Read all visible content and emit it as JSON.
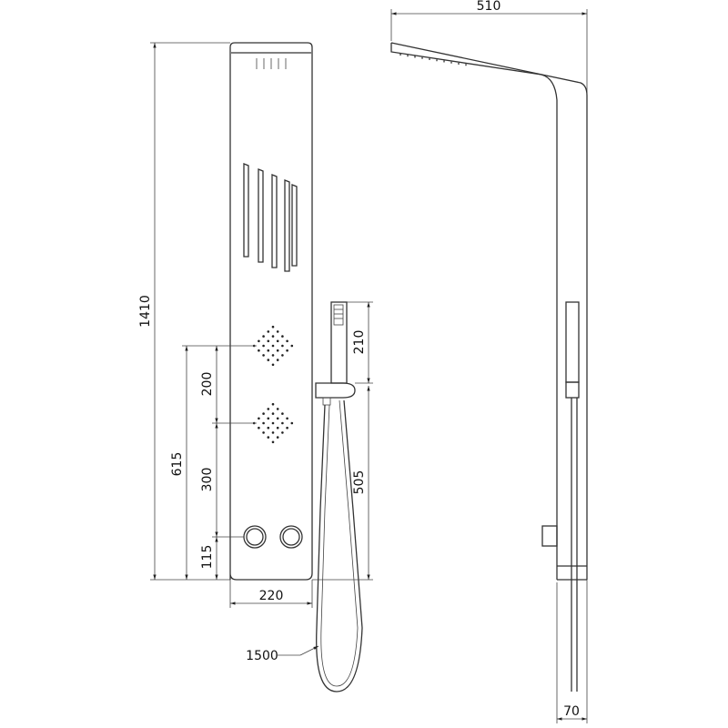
{
  "title": "Shower panel technical drawing",
  "dimensions": {
    "head_projection": "510",
    "total_height": "1410",
    "handshower_length": "210",
    "jet_spacing": "200",
    "jets_to_bottom": "615",
    "jet_to_knobs": "300",
    "knobs_to_bottom": "115",
    "holder_height": "505",
    "panel_width": "220",
    "hose_length": "1500",
    "panel_depth": "70"
  },
  "colors": {
    "line": "#333333",
    "background": "#ffffff"
  }
}
